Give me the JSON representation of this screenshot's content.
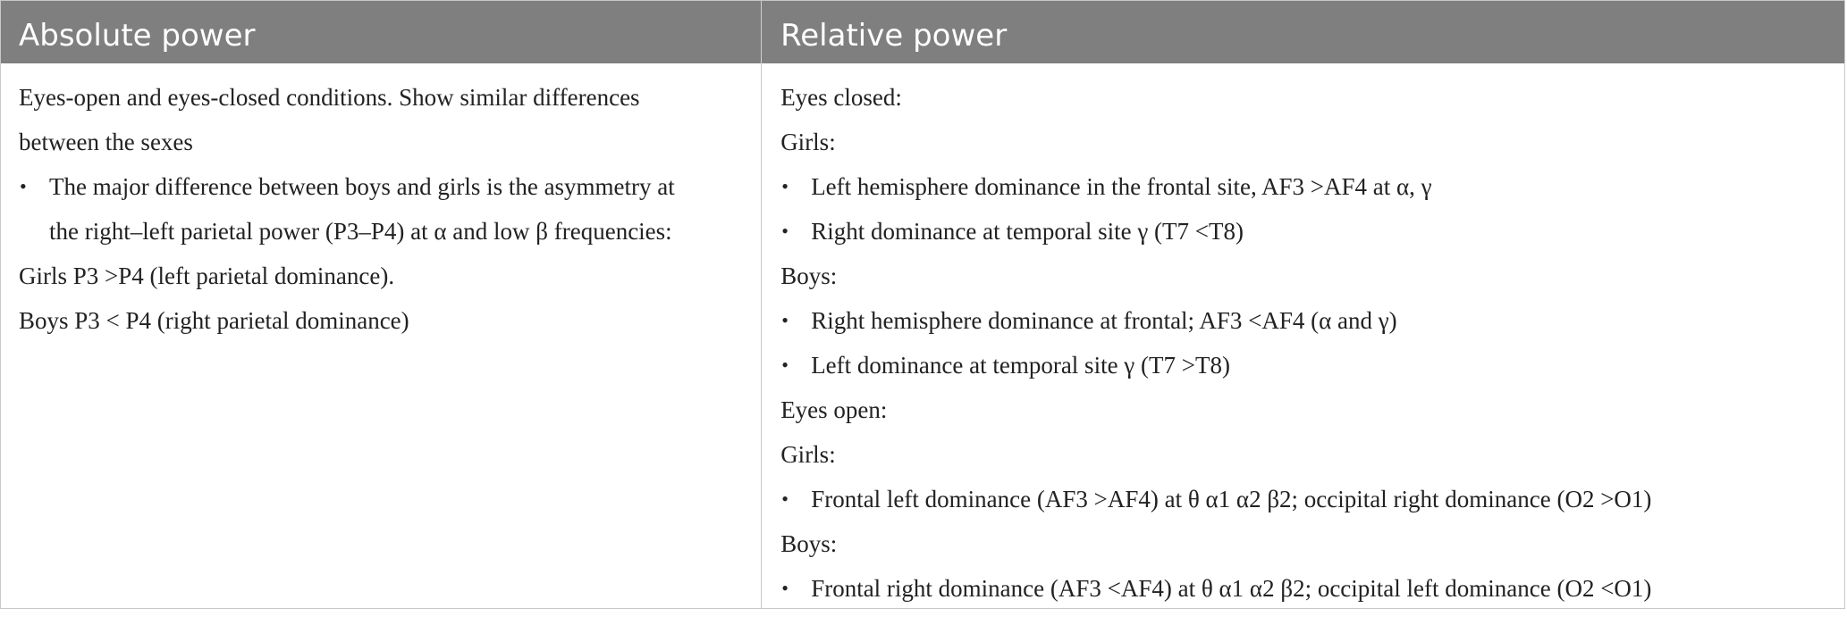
{
  "header": {
    "col1": "Absolute power",
    "col2": "Relative power"
  },
  "absolute": {
    "line1": "Eyes-open and eyes-closed conditions. Show similar differences",
    "line2": "between the sexes",
    "bullet_line1": "The major difference between boys and girls is the asymmetry at",
    "bullet_line2": "the right–left parietal power (P3–P4) at α and low β frequencies:",
    "girls": "Girls P3 >P4 (left parietal dominance).",
    "boys": "Boys P3 < P4 (right parietal dominance)"
  },
  "relative": {
    "eyes_closed": "Eyes closed:",
    "girls1": "Girls:",
    "ec_girls_b1": "Left hemisphere dominance in the frontal site, AF3 >AF4 at α, γ",
    "ec_girls_b2": "Right dominance at temporal site γ (T7 <T8)",
    "boys1": "Boys:",
    "ec_boys_b1": "Right hemisphere dominance at frontal; AF3 <AF4 (α and γ)",
    "ec_boys_b2": "Left dominance at temporal site γ (T7 >T8)",
    "eyes_open": "Eyes open:",
    "girls2": "Girls:",
    "eo_girls_b1": "Frontal left dominance (AF3 >AF4) at θ α1 α2 β2; occipital right dominance (O2 >O1)",
    "boys2": "Boys:",
    "eo_boys_b1": "Frontal right dominance (AF3 <AF4) at θ α1 α2 β2; occipital left dominance (O2 <O1)"
  }
}
